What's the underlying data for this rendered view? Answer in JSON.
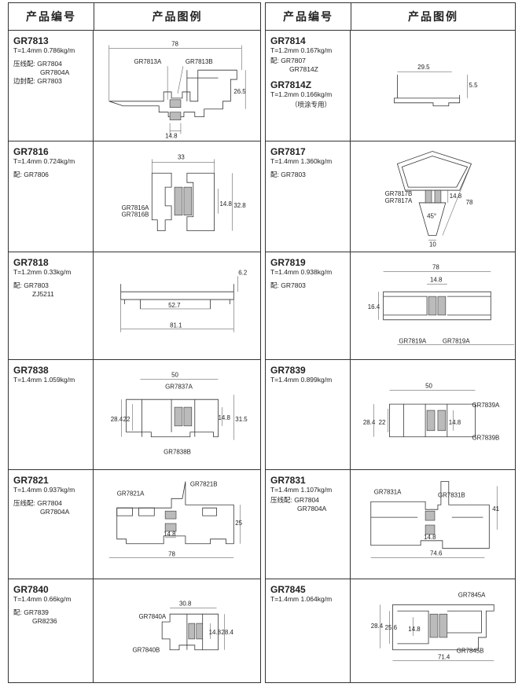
{
  "header": {
    "col_code": "产品编号",
    "col_figure": "产品图例"
  },
  "left": [
    {
      "code": "GR7813",
      "spec": "T=1.4mm  0.786kg/m",
      "notes": [
        [
          "压线配:",
          "GR7804"
        ],
        [
          "",
          "GR7804A"
        ],
        [
          "边封配:",
          "GR7803"
        ]
      ],
      "fig": {
        "dims": [
          "78",
          "26.5",
          "14.8"
        ],
        "labels": [
          "GR7813A",
          "GR7813B"
        ]
      }
    },
    {
      "code": "GR7816",
      "spec": "T=1.4mm  0.724kg/m",
      "notes": [
        [
          "配:",
          "GR7806"
        ]
      ],
      "fig": {
        "dims": [
          "33",
          "14.8",
          "32.8"
        ],
        "labels": [
          "GR7816A",
          "GR7816B"
        ]
      }
    },
    {
      "code": "GR7818",
      "spec": "T=1.2mm  0.33kg/m",
      "notes": [
        [
          "配:",
          "GR7803"
        ],
        [
          "",
          "ZJ5211"
        ]
      ],
      "fig": {
        "dims": [
          "6.2",
          "52.7",
          "81.1"
        ],
        "labels": []
      }
    },
    {
      "code": "GR7838",
      "spec": "T=1.4mm  1.059kg/m",
      "notes": [],
      "fig": {
        "dims": [
          "50",
          "28.4",
          "22",
          "14.8",
          "31.5"
        ],
        "labels": [
          "GR7837A",
          "GR7838B"
        ]
      }
    },
    {
      "code": "GR7821",
      "spec": "T=1.4mm  0.937kg/m",
      "notes": [
        [
          "压线配:",
          "GR7804"
        ],
        [
          "",
          "GR7804A"
        ]
      ],
      "fig": {
        "dims": [
          "14.8",
          "25",
          "78"
        ],
        "labels": [
          "GR7821A",
          "GR7821B"
        ]
      }
    },
    {
      "code": "GR7840",
      "spec": "T=1.4mm  0.66kg/m",
      "notes": [
        [
          "配:",
          "GR7839"
        ],
        [
          "",
          "GR8236"
        ]
      ],
      "fig": {
        "dims": [
          "30.8",
          "14.8",
          "28.4"
        ],
        "labels": [
          "GR7840A",
          "GR7840B"
        ]
      }
    }
  ],
  "right": [
    {
      "code": "GR7814",
      "spec": "T=1.2mm  0.167kg/m",
      "notes": [
        [
          "配:",
          "GR7807"
        ],
        [
          "",
          "GR7814Z"
        ]
      ],
      "code2": "GR7814Z",
      "spec2": "T=1.2mm  0.166kg/m",
      "note2": "（喷涂专用）",
      "fig": {
        "dims": [
          "29.5",
          "5.5"
        ],
        "labels": []
      }
    },
    {
      "code": "GR7817",
      "spec": "T=1.4mm  1.360kg/m",
      "notes": [
        [
          "配:",
          "GR7803"
        ]
      ],
      "fig": {
        "dims": [
          "14.8",
          "78",
          "45°",
          "10"
        ],
        "labels": [
          "GR7817B",
          "GR7817A"
        ]
      }
    },
    {
      "code": "GR7819",
      "spec": "T=1.4mm  0.938kg/m",
      "notes": [
        [
          "配:",
          "GR7803"
        ]
      ],
      "fig": {
        "dims": [
          "78",
          "14.8",
          "16.4"
        ],
        "labels": [
          "GR7819A",
          "GR7819A"
        ]
      }
    },
    {
      "code": "GR7839",
      "spec": "T=1.4mm  0.899kg/m",
      "notes": [],
      "fig": {
        "dims": [
          "50",
          "28.4",
          "22",
          "14.8"
        ],
        "labels": [
          "GR7839A",
          "GR7839B"
        ]
      }
    },
    {
      "code": "GR7831",
      "spec": "T=1.4mm  1.107kg/m",
      "notes": [
        [
          "压线配:",
          "GR7804"
        ],
        [
          "",
          "GR7804A"
        ]
      ],
      "fig": {
        "dims": [
          "41",
          "14.8",
          "74.6"
        ],
        "labels": [
          "GR7831A",
          "GR7831B"
        ]
      }
    },
    {
      "code": "GR7845",
      "spec": "T=1.4mm  1.064kg/m",
      "notes": [],
      "fig": {
        "dims": [
          "28.4",
          "25.6",
          "14.8",
          "71.4"
        ],
        "labels": [
          "GR7845A",
          "GR7845B"
        ]
      }
    }
  ]
}
